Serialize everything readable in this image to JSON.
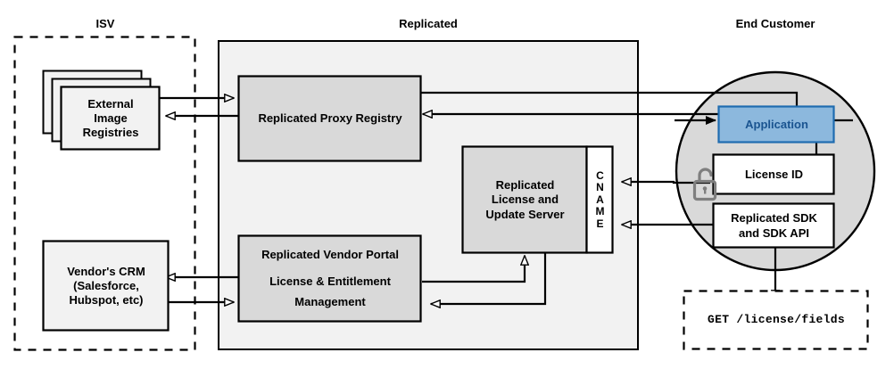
{
  "diagram": {
    "title_zones": [
      {
        "id": "isv",
        "label": "ISV"
      },
      {
        "id": "replicated",
        "label": "Replicated"
      },
      {
        "id": "end_customer",
        "label": "End Customer"
      }
    ],
    "colors": {
      "stroke": "#000000",
      "zone_fill": "#f2f2f2",
      "node_fill": "#d9d9d9",
      "white_fill": "#ffffff",
      "circle_fill": "#d9d9d9",
      "app_fill": "#8cb8dd",
      "app_border": "#1f6cb0",
      "app_text": "#1a5490",
      "lock_stroke": "#7f7f7f"
    },
    "nodes": {
      "external_image_registries": {
        "label": "External\nImage\nRegistries"
      },
      "vendors_crm": {
        "label": "Vendor's CRM\n(Salesforce,\nHubspot, etc)"
      },
      "proxy_registry": {
        "label": "Replicated Proxy Registry"
      },
      "license_update_server": {
        "label": "Replicated\nLicense and\nUpdate Server"
      },
      "cname_strip": {
        "label": "CNAME",
        "letters": [
          "C",
          "N",
          "A",
          "M",
          "E"
        ]
      },
      "vendor_portal": {
        "label": "Replicated Vendor Portal\n\nLicense & Entitlement\nManagement",
        "line1": "Replicated Vendor Portal",
        "line2": "License & Entitlement",
        "line3": "Management"
      },
      "application": {
        "label": "Application"
      },
      "license_id": {
        "label": "License ID"
      },
      "replicated_sdk": {
        "label": "Replicated SDK\nand SDK API"
      },
      "api_call": {
        "label": "GET /license/fields"
      },
      "lock": {
        "label": "unlocked-padlock"
      }
    }
  }
}
